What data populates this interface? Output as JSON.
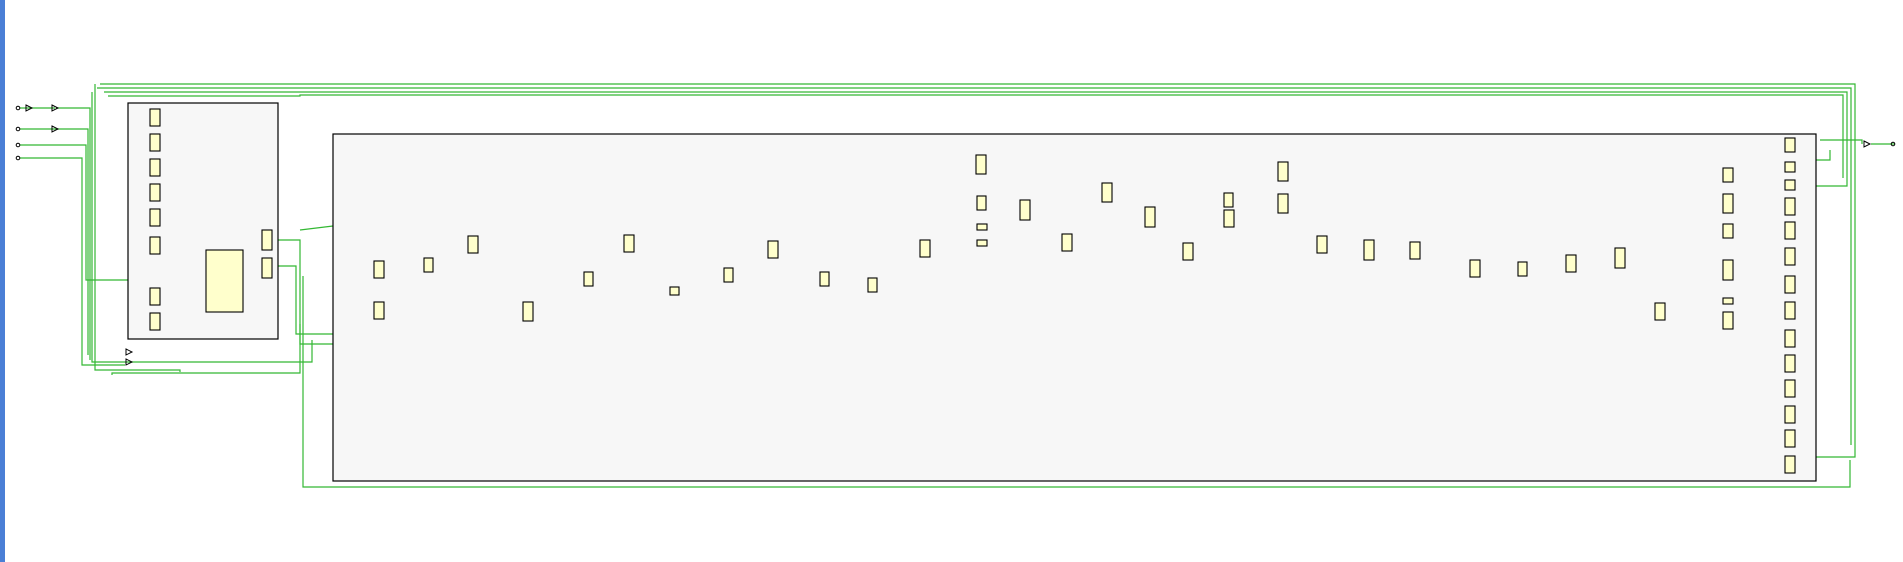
{
  "app": {
    "view": "schematic"
  },
  "colors": {
    "background": "#ffffff",
    "edge_accent": "#4a7fd6",
    "wire": "#33b833",
    "cell_fill": "#ffffcc",
    "cell_stroke": "#000000",
    "group_fill": "#f7f7f7",
    "group_stroke": "#000000"
  },
  "icons": {
    "input_port": "input-port-icon",
    "output_port": "output-port-icon",
    "buffer": "buffer-triangle-icon"
  },
  "schematic": {
    "hierarchy_blocks": 2,
    "input_ports": 4,
    "output_ports": 1
  }
}
